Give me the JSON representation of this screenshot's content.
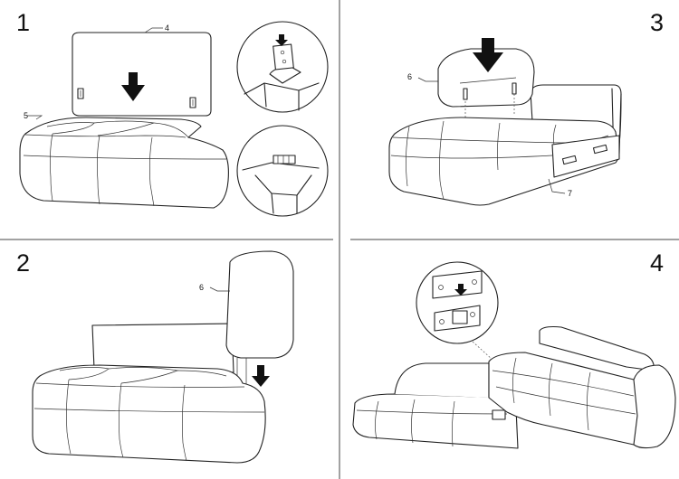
{
  "steps": [
    {
      "number": "1"
    },
    {
      "number": "2"
    },
    {
      "number": "3"
    },
    {
      "number": "4"
    }
  ],
  "callouts": {
    "c4": "4",
    "c5": "5",
    "c6a": "6",
    "c6b": "6",
    "c7": "7"
  }
}
